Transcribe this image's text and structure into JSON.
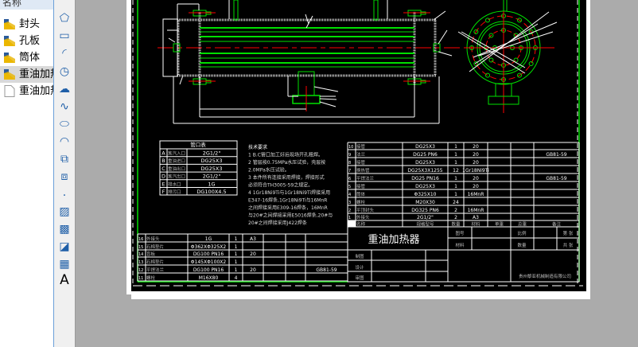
{
  "panel": {
    "header": "名称",
    "items": [
      {
        "label": "封头",
        "icon": "part-icon"
      },
      {
        "label": "孔板",
        "icon": "part-icon"
      },
      {
        "label": "筒体",
        "icon": "part-icon"
      },
      {
        "label": "重油加热器",
        "icon": "part-icon",
        "selected": true
      },
      {
        "label": "重油加热器",
        "icon": "document-icon"
      }
    ]
  },
  "toolbar": {
    "tools": [
      {
        "name": "polygon-tool",
        "glyph": "⬠"
      },
      {
        "name": "rectangle-tool",
        "glyph": "▭"
      },
      {
        "name": "arc-tool",
        "glyph": "◜"
      },
      {
        "name": "circle-tool",
        "glyph": "◷"
      },
      {
        "name": "cloud-tool",
        "glyph": "☁"
      },
      {
        "name": "spline-tool",
        "glyph": "∿"
      },
      {
        "name": "ellipse-tool",
        "glyph": "⬭"
      },
      {
        "name": "ellipse-arc-tool",
        "glyph": "◠"
      },
      {
        "name": "insert-block-tool",
        "glyph": "⧉"
      },
      {
        "name": "make-block-tool",
        "glyph": "⧈"
      },
      {
        "name": "point-tool",
        "glyph": "·"
      },
      {
        "name": "hatch-tool",
        "glyph": "▨"
      },
      {
        "name": "gradient-tool",
        "glyph": "▩"
      },
      {
        "name": "region-tool",
        "glyph": "◪"
      },
      {
        "name": "table-tool",
        "glyph": "▦"
      },
      {
        "name": "text-tool",
        "glyph": "A"
      }
    ]
  },
  "colors": {
    "drawing_bg": "#000000",
    "geometry": "#00e000",
    "centerline": "#ff0000",
    "lines": "#ffffff"
  },
  "nozzle_table": {
    "title": "管口表",
    "rows": [
      [
        "A",
        "蒸汽入口",
        "2G1/2\""
      ],
      [
        "B",
        "重油进口",
        "DG25X3"
      ],
      [
        "C",
        "重油出口",
        "DG25X3"
      ],
      [
        "D",
        "蒸汽出口",
        "2G1/2\""
      ],
      [
        "E",
        "排水口",
        "1G"
      ],
      [
        "F",
        "排污口",
        "DG100X4.5"
      ]
    ]
  },
  "tech_requirements": {
    "lines": [
      "技术要求",
      "1  B.C管口加工好后现场开孔粗焊。",
      "2  管层按0.75MPa水压试验，壳层按",
      "2.0MPa水压试验。",
      "3  本件所有连接采用焊接，焊接形式",
      "必须符合TH3005-59之规定。",
      "4  1Gr18Ni9Ti与1Gr18Ni9Ti焊接采用",
      "E347-16焊条,1Gr18Ni9Ti与16MnR",
      "之间焊接采用E309-16焊条，16MnR",
      "与20#之间焊接采用E5016焊条,20#与",
      "20#之间焊接采用J422焊条"
    ]
  },
  "parts_list": {
    "rows": [
      [
        "10",
        "接管",
        "DG25X3",
        "1",
        "20",
        "",
        "",
        ""
      ],
      [
        "9",
        "法兰",
        "DG25   PN6",
        "1",
        "20",
        "",
        "",
        "GB81-59"
      ],
      [
        "8",
        "接管",
        "DG25X3",
        "1",
        "20",
        "",
        "",
        ""
      ],
      [
        "7",
        "换热管",
        "DG25X3X1255",
        "12",
        "1Gr18Ni9Ti",
        "",
        "",
        ""
      ],
      [
        "6",
        "平焊法兰",
        "DG25   PN16",
        "1",
        "20",
        "",
        "",
        "GB81-59"
      ],
      [
        "5",
        "接管",
        "DG25X3",
        "1",
        "20",
        "",
        "",
        ""
      ],
      [
        "4",
        "筒体",
        "Φ325X10",
        "1",
        "16MnR",
        "",
        "",
        ""
      ],
      [
        "3",
        "螺栓",
        "M20X30",
        "24",
        "",
        "",
        "",
        ""
      ],
      [
        "2",
        "平顶封头",
        "DG325 PN6",
        "2",
        "16MnR",
        "",
        "",
        ""
      ],
      [
        "1",
        "外接头",
        "2G1/2\"",
        "2",
        "A3",
        "",
        "",
        ""
      ]
    ],
    "header": [
      "",
      "名称",
      "规格型号",
      "数量",
      "材料",
      "单重",
      "总重",
      "备注"
    ]
  },
  "lower_parts_list": {
    "rows": [
      [
        "16",
        "外接头",
        "1G",
        "1",
        "A3",
        "",
        "",
        ""
      ],
      [
        "15",
        "石棉垫片",
        "Φ362XΦ325X2",
        "1",
        "",
        "",
        "",
        ""
      ],
      [
        "14",
        "盲板",
        "DG100   PN16",
        "1",
        "20",
        "",
        "",
        ""
      ],
      [
        "13",
        "石棉垫片",
        "Φ145XΦ100X2",
        "1",
        "",
        "",
        "",
        ""
      ],
      [
        "12",
        "平焊法兰",
        "DG100   PN16",
        "1",
        "20",
        "",
        "",
        "GB81-59"
      ],
      [
        "11",
        "螺栓",
        "M16X80",
        "4",
        "",
        "",
        "",
        ""
      ]
    ]
  },
  "title_block": {
    "name": "重油加热器",
    "drawing_no_label": "图号",
    "scale_label": "比例",
    "sheet_label": "第     张",
    "material_label": "材料",
    "quantity_label": "数量",
    "total_sheets_label": "共     张",
    "drawn_label": "制图",
    "design_label": "设计",
    "review_label": "审图",
    "company": "贵州黎亚机械制造有限公司"
  }
}
